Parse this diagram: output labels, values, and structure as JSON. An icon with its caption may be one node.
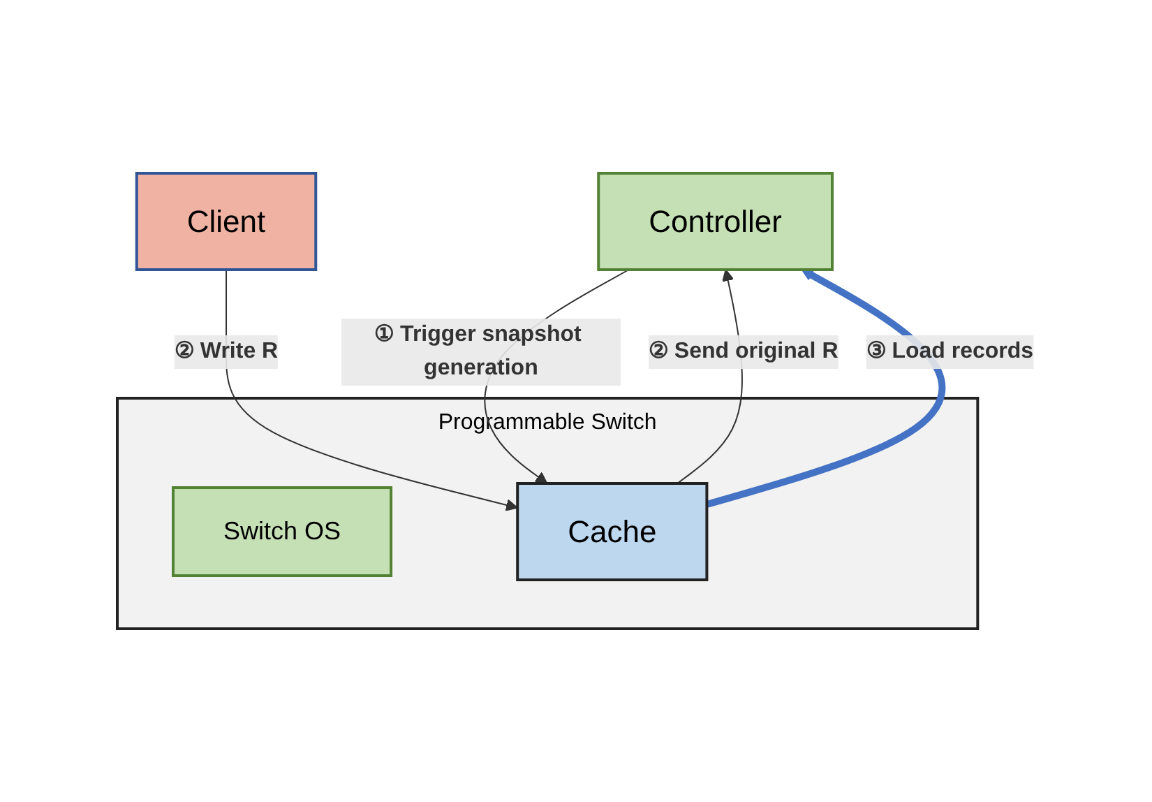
{
  "diagram": {
    "nodes": [
      {
        "text": [
          "Controller"
        ]
      },
      {
        "text": [
          "Programmable Switch"
        ]
      },
      {
        "text": [
          "Switch OS"
        ],
        "in": 1
      },
      {
        "text": [
          "Cache"
        ],
        "in": 1
      },
      {
        "text": [
          "Client"
        ]
      }
    ],
    "edges": [
      {
        "from": 0,
        "to": 3,
        "arrow": "to",
        "label": "① Trigger snapshot generation"
      },
      {
        "from": 3,
        "to": 0,
        "arrow": "to",
        "label": "② Send original R"
      },
      {
        "from": 3,
        "to": 0,
        "arrow": "to",
        "label": "③ Load records",
        "style": "thick",
        "color": "#4472c4"
      },
      {
        "from": 4,
        "to": 3,
        "arrow": "to",
        "label": "② Write R"
      }
    ]
  }
}
